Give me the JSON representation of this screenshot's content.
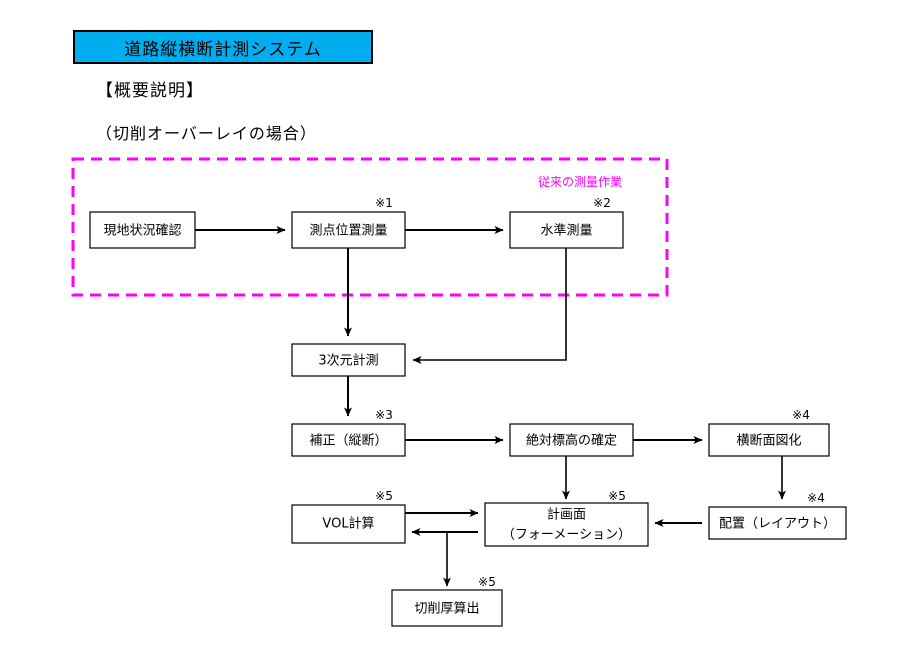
{
  "header": {
    "title": "道路縦横断計測システム",
    "title_bg": "#00AEEF",
    "subtitle": "【概要説明】",
    "caption": "（切削オーバーレイの場合）"
  },
  "legacy_region": {
    "label": "従来の測量作業",
    "color": "#FF00FF"
  },
  "nodes": {
    "site_check": {
      "label": "現地状況確認",
      "note": ""
    },
    "point_survey": {
      "label": "測点位置測量",
      "note": "※1"
    },
    "level_survey": {
      "label": "水準測量",
      "note": "※2"
    },
    "measure_3d": {
      "label": "3次元計測",
      "note": ""
    },
    "correction": {
      "label": "補正（縦断）",
      "note": "※3"
    },
    "absolute_elev": {
      "label": "絶対標高の確定",
      "note": ""
    },
    "cross_section": {
      "label": "横断面図化",
      "note": "※4"
    },
    "layout": {
      "label": "配置（レイアウト）",
      "note": "※4"
    },
    "plan_surface_line1": {
      "label": "計画面",
      "note": "※5"
    },
    "plan_surface_line2": {
      "label": "（フォーメーション）"
    },
    "vol_calc": {
      "label": "VOL計算",
      "note": "※5"
    },
    "cut_thickness": {
      "label": "切削厚算出",
      "note": "※5"
    }
  }
}
